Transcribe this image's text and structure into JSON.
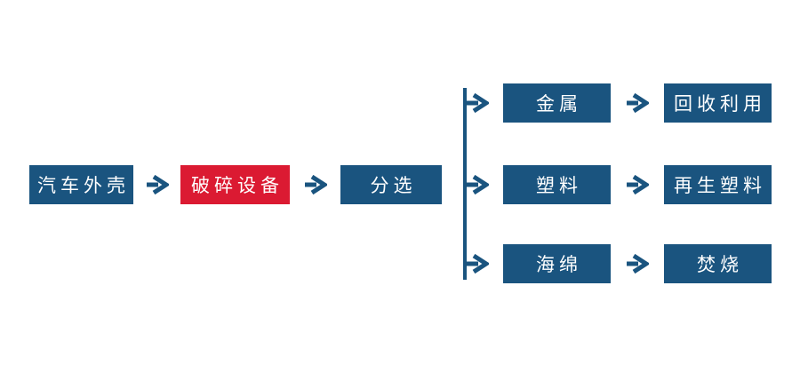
{
  "flowchart": {
    "title": "car-shell-recycling-process",
    "colors": {
      "primary_blue": "#1A547F",
      "accent_red": "#DB1A32",
      "text_white": "#FFFFFF"
    },
    "main_flow": [
      {
        "id": "car-shell",
        "label": "汽车外壳",
        "color": "blue"
      },
      {
        "id": "crushing-equipment",
        "label": "破碎设备",
        "color": "red"
      },
      {
        "id": "sorting",
        "label": "分选",
        "color": "blue"
      }
    ],
    "branches": [
      {
        "material": "金属",
        "outcome": "回收利用"
      },
      {
        "material": "塑料",
        "outcome": "再生塑料"
      },
      {
        "material": "海绵",
        "outcome": "焚烧"
      }
    ]
  }
}
